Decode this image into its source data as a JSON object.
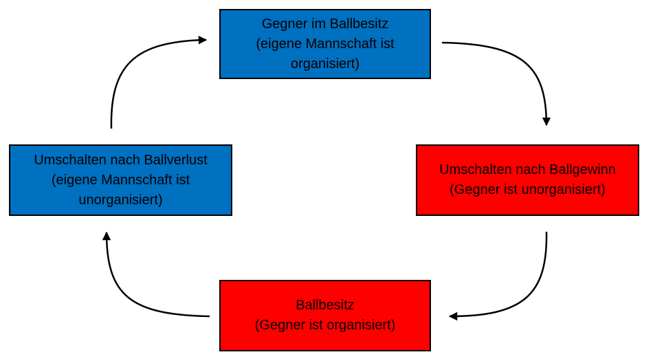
{
  "colors": {
    "organized_team_box": "#0070C0",
    "disorganized_opponent_box": "#FF0000",
    "border": "#000000",
    "arrow": "#000000",
    "text": "#000000"
  },
  "boxes": {
    "top": {
      "line1": "Gegner im Ballbesitz",
      "line2": "(eigene Mannschaft ist",
      "line3": "organisiert)"
    },
    "right": {
      "line1": "Umschalten nach Ballgewinn",
      "line2": "(Gegner ist unorganisiert)"
    },
    "bottom": {
      "line1": "Ballbesitz",
      "line2": "(Gegner ist organisiert)"
    },
    "left": {
      "line1": "Umschalten nach Ballverlust",
      "line2": "(eigene Mannschaft ist",
      "line3": "unorganisiert)"
    }
  }
}
